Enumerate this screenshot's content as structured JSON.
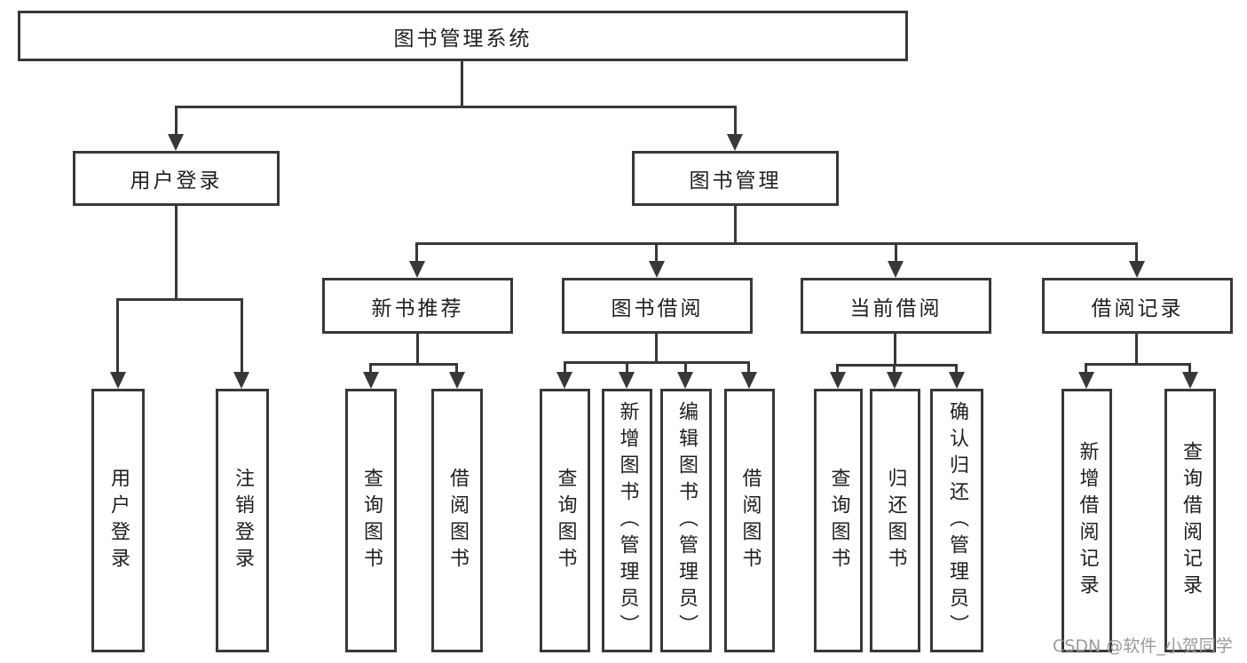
{
  "diagram": {
    "root": {
      "label": "图书管理系统"
    },
    "level2": [
      {
        "label": "用户登录"
      },
      {
        "label": "图书管理"
      }
    ],
    "level3": [
      {
        "label": "新书推荐"
      },
      {
        "label": "图书借阅"
      },
      {
        "label": "当前借阅"
      },
      {
        "label": "借阅记录"
      }
    ],
    "leaves": [
      {
        "label": "用户登录",
        "parent": "用户登录"
      },
      {
        "label": "注销登录",
        "parent": "用户登录"
      },
      {
        "label": "查询图书",
        "parent": "新书推荐"
      },
      {
        "label": "借阅图书",
        "parent": "新书推荐"
      },
      {
        "label": "查询图书",
        "parent": "图书借阅"
      },
      {
        "label": "新增图书（管理员）",
        "parent": "图书借阅"
      },
      {
        "label": "编辑图书（管理员）",
        "parent": "图书借阅"
      },
      {
        "label": "借阅图书",
        "parent": "图书借阅"
      },
      {
        "label": "查询图书",
        "parent": "当前借阅"
      },
      {
        "label": "归还图书",
        "parent": "当前借阅"
      },
      {
        "label": "确认归还（管理员）",
        "parent": "当前借阅"
      },
      {
        "label": "新增借阅记录",
        "parent": "借阅记录"
      },
      {
        "label": "查询借阅记录",
        "parent": "借阅记录"
      }
    ]
  },
  "watermark": {
    "text": "CSDN @软件_小贺同学"
  },
  "colors": {
    "line": "#383838",
    "text": "#1f1f1f",
    "background": "#ffffff",
    "watermark": "#9b9b9b"
  }
}
